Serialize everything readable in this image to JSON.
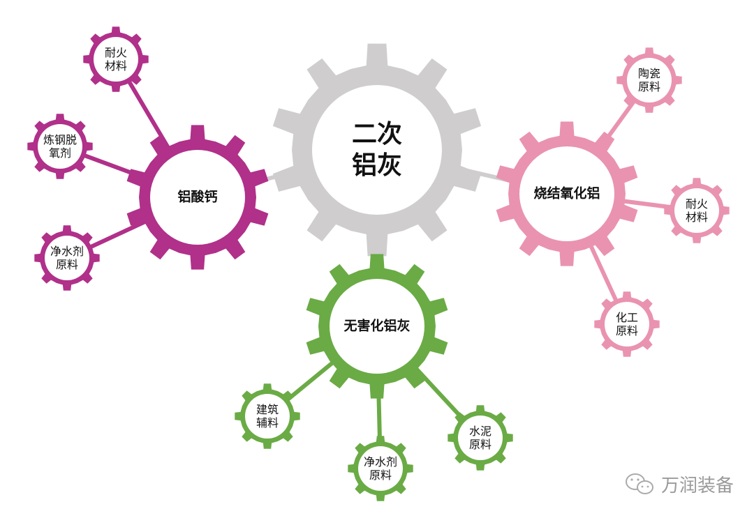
{
  "center": {
    "label": "二次\n铝灰",
    "color": "#cfcdce"
  },
  "branches": [
    {
      "label": "铝酸钙",
      "color": "#b0308a",
      "children": [
        "耐火\n材料",
        "炼钢脱\n氧剂",
        "净水剂\n原料"
      ]
    },
    {
      "label": "烧结氧化铝",
      "color": "#e993b0",
      "children": [
        "陶瓷\n原料",
        "耐火\n材料",
        "化工\n原料"
      ]
    },
    {
      "label": "无害化铝灰",
      "color": "#6aab45",
      "children": [
        "建筑\n辅料",
        "净水剂\n原料",
        "水泥\n原料"
      ]
    }
  ],
  "watermark": {
    "text": "万润装备",
    "icon": "wechat-icon"
  }
}
